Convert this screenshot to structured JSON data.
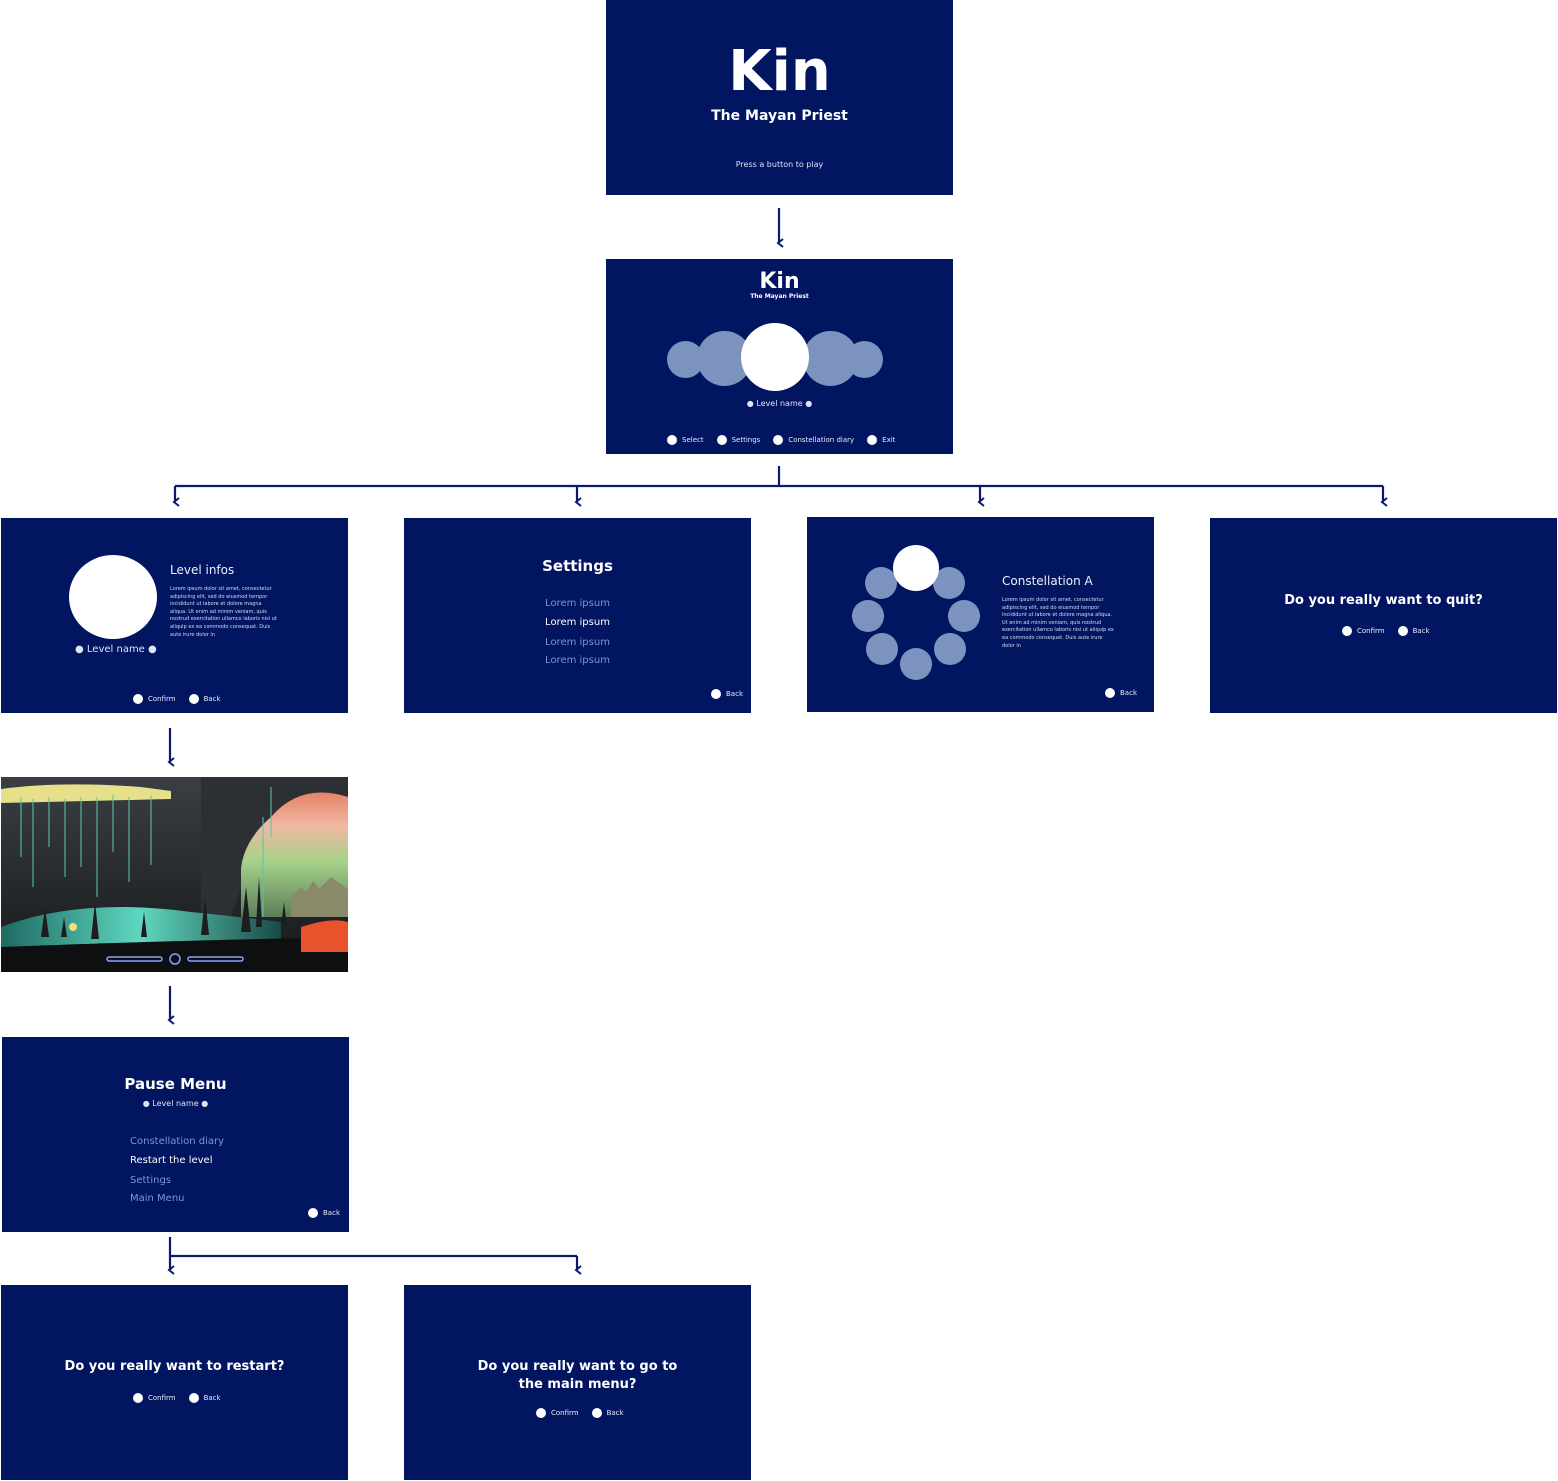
{
  "colors": {
    "panel": "#011561",
    "connector": "#0c1a6e",
    "pale_circle": "#7d93bf",
    "dim_text": "#7f95d6"
  },
  "title_screen": {
    "title": "Kin",
    "subtitle": "The Mayan Priest",
    "prompt": "Press a button to play"
  },
  "main_menu": {
    "title": "Kin",
    "subtitle": "The Mayan Priest",
    "level_name": "● Level name ●",
    "buttons": [
      "Select",
      "Settings",
      "Constellation diary",
      "Exit"
    ]
  },
  "level_infos": {
    "heading": "Level infos",
    "body": "Lorem ipsum dolor sit amet, consectetur adipiscing elit, sed do eiusmod tempor incididunt ut labore et dolore magna aliqua. Ut enim ad minim veniam, quis nostrud exercitation ullamco laboris nisi ut aliquip ex ea commodo consequat. Duis aute irure dolor in",
    "level_name": "● Level name ●",
    "buttons": [
      "Confirm",
      "Back"
    ]
  },
  "settings": {
    "heading": "Settings",
    "items": [
      "Lorem ipsum",
      "Lorem ipsum",
      "Lorem ipsum",
      "Lorem ipsum"
    ],
    "back": "Back"
  },
  "constellation": {
    "heading": "Constellation A",
    "body": "Lorem ipsum dolor sit amet, consectetur adipiscing elit, sed do eiusmod tempor incididunt ut labore et dolore magna aliqua. Ut enim ad minim veniam, quis nostrud exercitation ullamco laboris nisi ut aliquip ex ea commodo consequat. Duis aute irure dolor in",
    "back": "Back"
  },
  "quit_dialog": {
    "question": "Do you really want to quit?",
    "buttons": [
      "Confirm",
      "Back"
    ]
  },
  "pause_menu": {
    "heading": "Pause Menu",
    "level_name": "● Level name ●",
    "items": [
      "Constellation diary",
      "Restart the level",
      "Settings",
      "Main Menu"
    ],
    "back": "Back"
  },
  "restart_dialog": {
    "question": "Do you really want to restart?",
    "buttons": [
      "Confirm",
      "Back"
    ]
  },
  "mainmenu_dialog": {
    "question_line1": "Do you really want to go to",
    "question_line2": "the main menu?",
    "buttons": [
      "Confirm",
      "Back"
    ]
  }
}
